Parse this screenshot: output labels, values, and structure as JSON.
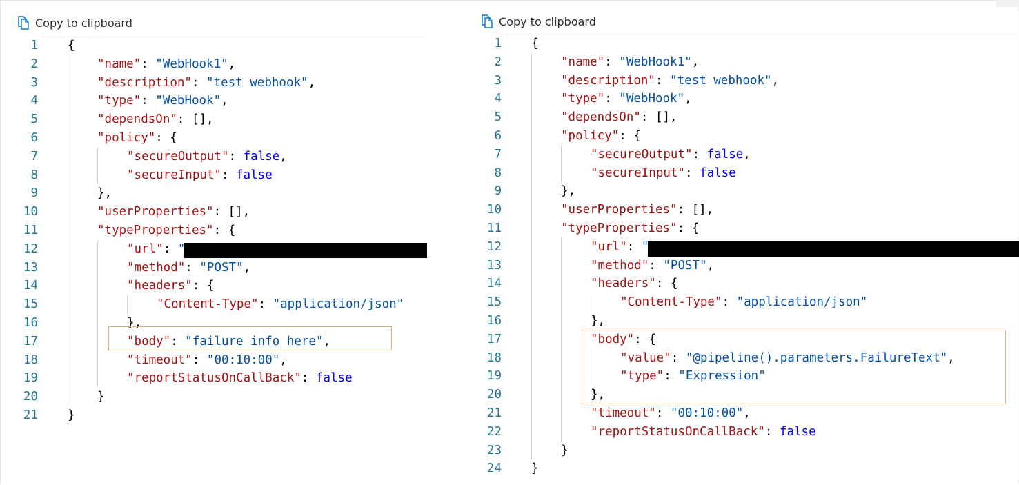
{
  "toolbar": {
    "copy_label": "Copy to clipboard"
  },
  "icons": {
    "copy": "copy-icon"
  },
  "colors": {
    "key": "#a31515",
    "string": "#0451a5",
    "boolean": "#0000ff",
    "line_number": "#237893",
    "highlight": "#f0a673",
    "icon": "#0078d4"
  },
  "left": {
    "lines": [
      {
        "n": "1",
        "indent": 0,
        "t": [
          [
            "p",
            "{"
          ]
        ]
      },
      {
        "n": "2",
        "indent": 1,
        "t": [
          [
            "k",
            "\"name\""
          ],
          [
            "p",
            ": "
          ],
          [
            "s",
            "\"WebHook1\""
          ],
          [
            "p",
            ","
          ]
        ]
      },
      {
        "n": "3",
        "indent": 1,
        "t": [
          [
            "k",
            "\"description\""
          ],
          [
            "p",
            ": "
          ],
          [
            "s",
            "\"test webhook\""
          ],
          [
            "p",
            ","
          ]
        ]
      },
      {
        "n": "4",
        "indent": 1,
        "t": [
          [
            "k",
            "\"type\""
          ],
          [
            "p",
            ": "
          ],
          [
            "s",
            "\"WebHook\""
          ],
          [
            "p",
            ","
          ]
        ]
      },
      {
        "n": "5",
        "indent": 1,
        "t": [
          [
            "k",
            "\"dependsOn\""
          ],
          [
            "p",
            ": [],"
          ]
        ]
      },
      {
        "n": "6",
        "indent": 1,
        "t": [
          [
            "k",
            "\"policy\""
          ],
          [
            "p",
            ": {"
          ]
        ]
      },
      {
        "n": "7",
        "indent": 2,
        "t": [
          [
            "k",
            "\"secureOutput\""
          ],
          [
            "p",
            ": "
          ],
          [
            "b",
            "false"
          ],
          [
            "p",
            ","
          ]
        ]
      },
      {
        "n": "8",
        "indent": 2,
        "t": [
          [
            "k",
            "\"secureInput\""
          ],
          [
            "p",
            ": "
          ],
          [
            "b",
            "false"
          ]
        ]
      },
      {
        "n": "9",
        "indent": 1,
        "t": [
          [
            "p",
            "},"
          ]
        ]
      },
      {
        "n": "10",
        "indent": 1,
        "t": [
          [
            "k",
            "\"userProperties\""
          ],
          [
            "p",
            ": [],"
          ]
        ]
      },
      {
        "n": "11",
        "indent": 1,
        "t": [
          [
            "k",
            "\"typeProperties\""
          ],
          [
            "p",
            ": {"
          ]
        ]
      },
      {
        "n": "12",
        "indent": 2,
        "t": [
          [
            "k",
            "\"url\""
          ],
          [
            "p",
            ": "
          ],
          [
            "s",
            "\""
          ]
        ]
      },
      {
        "n": "13",
        "indent": 2,
        "t": [
          [
            "k",
            "\"method\""
          ],
          [
            "p",
            ": "
          ],
          [
            "s",
            "\"POST\""
          ],
          [
            "p",
            ","
          ]
        ]
      },
      {
        "n": "14",
        "indent": 2,
        "t": [
          [
            "k",
            "\"headers\""
          ],
          [
            "p",
            ": {"
          ]
        ]
      },
      {
        "n": "15",
        "indent": 3,
        "t": [
          [
            "k",
            "\"Content-Type\""
          ],
          [
            "p",
            ": "
          ],
          [
            "s",
            "\"application/json\""
          ]
        ]
      },
      {
        "n": "16",
        "indent": 2,
        "t": [
          [
            "p",
            "},"
          ]
        ]
      },
      {
        "n": "17",
        "indent": 2,
        "t": [
          [
            "k",
            "\"body\""
          ],
          [
            "p",
            ": "
          ],
          [
            "s",
            "\"failure info here\""
          ],
          [
            "p",
            ","
          ]
        ]
      },
      {
        "n": "18",
        "indent": 2,
        "t": [
          [
            "k",
            "\"timeout\""
          ],
          [
            "p",
            ": "
          ],
          [
            "s",
            "\"00:10:00\""
          ],
          [
            "p",
            ","
          ]
        ]
      },
      {
        "n": "19",
        "indent": 2,
        "t": [
          [
            "k",
            "\"reportStatusOnCallBack\""
          ],
          [
            "p",
            ": "
          ],
          [
            "b",
            "false"
          ]
        ]
      },
      {
        "n": "20",
        "indent": 1,
        "t": [
          [
            "p",
            "}"
          ]
        ]
      },
      {
        "n": "21",
        "indent": 0,
        "t": [
          [
            "p",
            "}"
          ]
        ]
      }
    ]
  },
  "right": {
    "lines": [
      {
        "n": "1",
        "indent": 0,
        "t": [
          [
            "p",
            "{"
          ]
        ]
      },
      {
        "n": "2",
        "indent": 1,
        "t": [
          [
            "k",
            "\"name\""
          ],
          [
            "p",
            ": "
          ],
          [
            "s",
            "\"WebHook1\""
          ],
          [
            "p",
            ","
          ]
        ]
      },
      {
        "n": "3",
        "indent": 1,
        "t": [
          [
            "k",
            "\"description\""
          ],
          [
            "p",
            ": "
          ],
          [
            "s",
            "\"test webhook\""
          ],
          [
            "p",
            ","
          ]
        ]
      },
      {
        "n": "4",
        "indent": 1,
        "t": [
          [
            "k",
            "\"type\""
          ],
          [
            "p",
            ": "
          ],
          [
            "s",
            "\"WebHook\""
          ],
          [
            "p",
            ","
          ]
        ]
      },
      {
        "n": "5",
        "indent": 1,
        "t": [
          [
            "k",
            "\"dependsOn\""
          ],
          [
            "p",
            ": [],"
          ]
        ]
      },
      {
        "n": "6",
        "indent": 1,
        "t": [
          [
            "k",
            "\"policy\""
          ],
          [
            "p",
            ": {"
          ]
        ]
      },
      {
        "n": "7",
        "indent": 2,
        "t": [
          [
            "k",
            "\"secureOutput\""
          ],
          [
            "p",
            ": "
          ],
          [
            "b",
            "false"
          ],
          [
            "p",
            ","
          ]
        ]
      },
      {
        "n": "8",
        "indent": 2,
        "t": [
          [
            "k",
            "\"secureInput\""
          ],
          [
            "p",
            ": "
          ],
          [
            "b",
            "false"
          ]
        ]
      },
      {
        "n": "9",
        "indent": 1,
        "t": [
          [
            "p",
            "},"
          ]
        ]
      },
      {
        "n": "10",
        "indent": 1,
        "t": [
          [
            "k",
            "\"userProperties\""
          ],
          [
            "p",
            ": [],"
          ]
        ]
      },
      {
        "n": "11",
        "indent": 1,
        "t": [
          [
            "k",
            "\"typeProperties\""
          ],
          [
            "p",
            ": {"
          ]
        ]
      },
      {
        "n": "12",
        "indent": 2,
        "t": [
          [
            "k",
            "\"url\""
          ],
          [
            "p",
            ": "
          ],
          [
            "s",
            "\""
          ]
        ]
      },
      {
        "n": "13",
        "indent": 2,
        "t": [
          [
            "k",
            "\"method\""
          ],
          [
            "p",
            ": "
          ],
          [
            "s",
            "\"POST\""
          ],
          [
            "p",
            ","
          ]
        ]
      },
      {
        "n": "14",
        "indent": 2,
        "t": [
          [
            "k",
            "\"headers\""
          ],
          [
            "p",
            ": {"
          ]
        ]
      },
      {
        "n": "15",
        "indent": 3,
        "t": [
          [
            "k",
            "\"Content-Type\""
          ],
          [
            "p",
            ": "
          ],
          [
            "s",
            "\"application/json\""
          ]
        ]
      },
      {
        "n": "16",
        "indent": 2,
        "t": [
          [
            "p",
            "},"
          ]
        ]
      },
      {
        "n": "17",
        "indent": 2,
        "t": [
          [
            "k",
            "\"body\""
          ],
          [
            "p",
            ": {"
          ]
        ]
      },
      {
        "n": "18",
        "indent": 3,
        "t": [
          [
            "k",
            "\"value\""
          ],
          [
            "p",
            ": "
          ],
          [
            "s",
            "\"@pipeline().parameters.FailureText\""
          ],
          [
            "p",
            ","
          ]
        ]
      },
      {
        "n": "19",
        "indent": 3,
        "t": [
          [
            "k",
            "\"type\""
          ],
          [
            "p",
            ": "
          ],
          [
            "s",
            "\"Expression\""
          ]
        ]
      },
      {
        "n": "20",
        "indent": 2,
        "t": [
          [
            "p",
            "},"
          ]
        ]
      },
      {
        "n": "21",
        "indent": 2,
        "t": [
          [
            "k",
            "\"timeout\""
          ],
          [
            "p",
            ": "
          ],
          [
            "s",
            "\"00:10:00\""
          ],
          [
            "p",
            ","
          ]
        ]
      },
      {
        "n": "22",
        "indent": 2,
        "t": [
          [
            "k",
            "\"reportStatusOnCallBack\""
          ],
          [
            "p",
            ": "
          ],
          [
            "b",
            "false"
          ]
        ]
      },
      {
        "n": "23",
        "indent": 1,
        "t": [
          [
            "p",
            "}"
          ]
        ]
      },
      {
        "n": "24",
        "indent": 0,
        "t": [
          [
            "p",
            "}"
          ]
        ]
      }
    ]
  }
}
